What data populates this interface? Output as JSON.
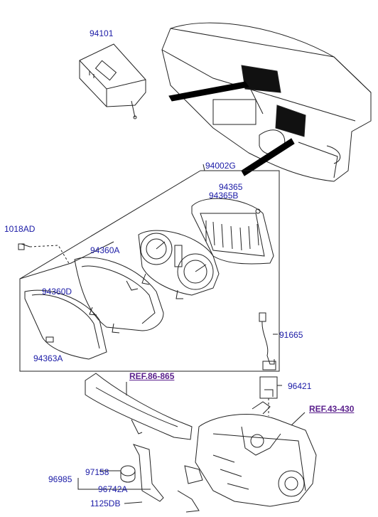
{
  "colors": {
    "label": "#1a1aa6",
    "reference": "#5a1f8c",
    "line": "#222222",
    "leader": "#000000"
  },
  "labels": {
    "p94101": "94101",
    "p94002G": "94002G",
    "p94365": "94365",
    "p94365B": "94365B",
    "p1018AD": "1018AD",
    "p94360A": "94360A",
    "p94360D": "94360D",
    "p94363A": "94363A",
    "p91665": "91665",
    "p96421": "96421",
    "p97158": "97158",
    "p96985": "96985",
    "p96742A": "96742A",
    "p1125DB": "1125DB"
  },
  "references": {
    "ref1": "REF.86-865",
    "ref2": "REF.43-430"
  }
}
